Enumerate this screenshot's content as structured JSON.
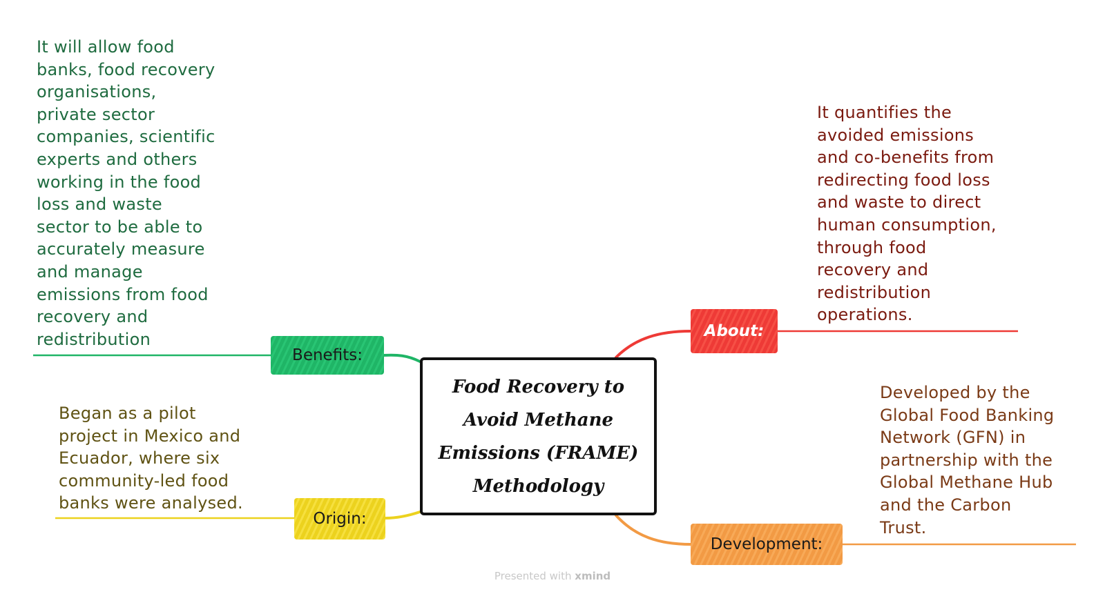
{
  "central_topic": {
    "title": "Food Recovery to\nAvoid Methane\nEmissions (FRAME)\nMethodology"
  },
  "branches": {
    "benefits": {
      "label": "Benefits:",
      "color": "#1fb566",
      "note": "It will allow food\nbanks, food recovery\norganisations,\nprivate sector\ncompanies, scientific\nexperts and others\nworking in the food\nloss and waste\nsector to be able to\naccurately measure\nand manage\nemissions from food\nrecovery and\nredistribution"
    },
    "about": {
      "label": "About:",
      "color": "#ee3a36",
      "note": "It quantifies the\navoided emissions\nand co-benefits from\nredirecting food loss\nand waste to direct\nhuman consumption,\nthrough food\nrecovery and\nredistribution\noperations."
    },
    "origin": {
      "label": "Origin:",
      "color": "#ecd21e",
      "note": "Began as a pilot\nproject in Mexico and\nEcuador, where six\ncommunity-led food\nbanks were analysed."
    },
    "development": {
      "label": "Development:",
      "color": "#f29a44",
      "note": "Developed by the\nGlobal Food Banking\nNetwork (GFN) in\npartnership with the\nGlobal Methane Hub\nand the Carbon\nTrust."
    }
  },
  "footer": {
    "prefix": "Presented with",
    "brand": "xmind"
  }
}
